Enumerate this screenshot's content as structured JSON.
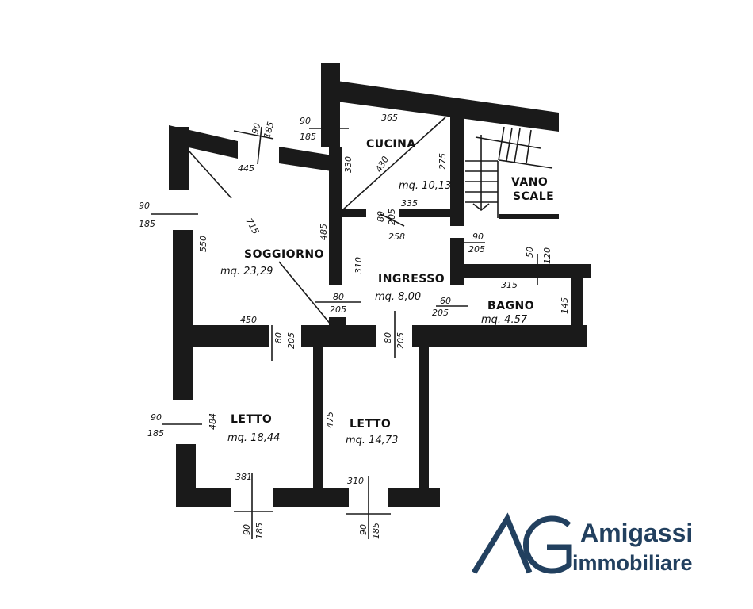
{
  "rooms": {
    "cucina": {
      "name": "CUCINA",
      "area": "mq. 10,13"
    },
    "soggiorno": {
      "name": "SOGGIORNO",
      "area": "mq. 23,29"
    },
    "ingresso": {
      "name": "INGRESSO",
      "area": "mq. 8,00"
    },
    "bagno": {
      "name": "BAGNO",
      "area": "mq. 4.57"
    },
    "letto1": {
      "name": "LETTO",
      "area": "mq. 18,44"
    },
    "letto2": {
      "name": "LETTO",
      "area": "mq. 14,73"
    },
    "vano_scale": {
      "line1": "VANO",
      "line2": "SCALE"
    }
  },
  "dimensions": {
    "cucina_width": "365",
    "cucina_diag": "430",
    "cucina_depth": "275",
    "cucina_wall": "330",
    "cucina_bottom": "335",
    "cucina_door_w": "80",
    "cucina_door_h": "205",
    "ingresso_258": "258",
    "cucina_win_w": "90",
    "cucina_win_h": "185",
    "sogg_win_top_w": "90",
    "sogg_win_top_h": "185",
    "sogg_width_top": "445",
    "sogg_win_left_w": "90",
    "sogg_win_left_h": "185",
    "sogg_depth": "550",
    "sogg_diag": "715",
    "sogg_wall_485": "485",
    "ingresso_310": "310",
    "sogg_door_w": "80",
    "sogg_door_h": "205",
    "stair_door_w": "90",
    "stair_door_h": "205",
    "bagno_win_w": "50",
    "bagno_win_h": "120",
    "bagno_width": "315",
    "bagno_depth": "145",
    "bagno_door_w": "60",
    "bagno_door_h": "205",
    "sogg_width_bottom": "450",
    "letto1_door_w": "80",
    "letto1_door_h": "205",
    "letto2_door_w": "80",
    "letto2_door_h": "205",
    "letto1_depth": "484",
    "letto1_win_w": "90",
    "letto1_win_h": "185",
    "letto2_depth": "475",
    "letto1_width": "381",
    "letto2_width": "310",
    "letto1_bwin_w": "90",
    "letto1_bwin_h": "185",
    "letto2_bwin_w": "90",
    "letto2_bwin_h": "185"
  },
  "logo": {
    "monogram": "AG",
    "line1": "Amigassi",
    "line2": "immobiliare",
    "color": "#22405f"
  }
}
